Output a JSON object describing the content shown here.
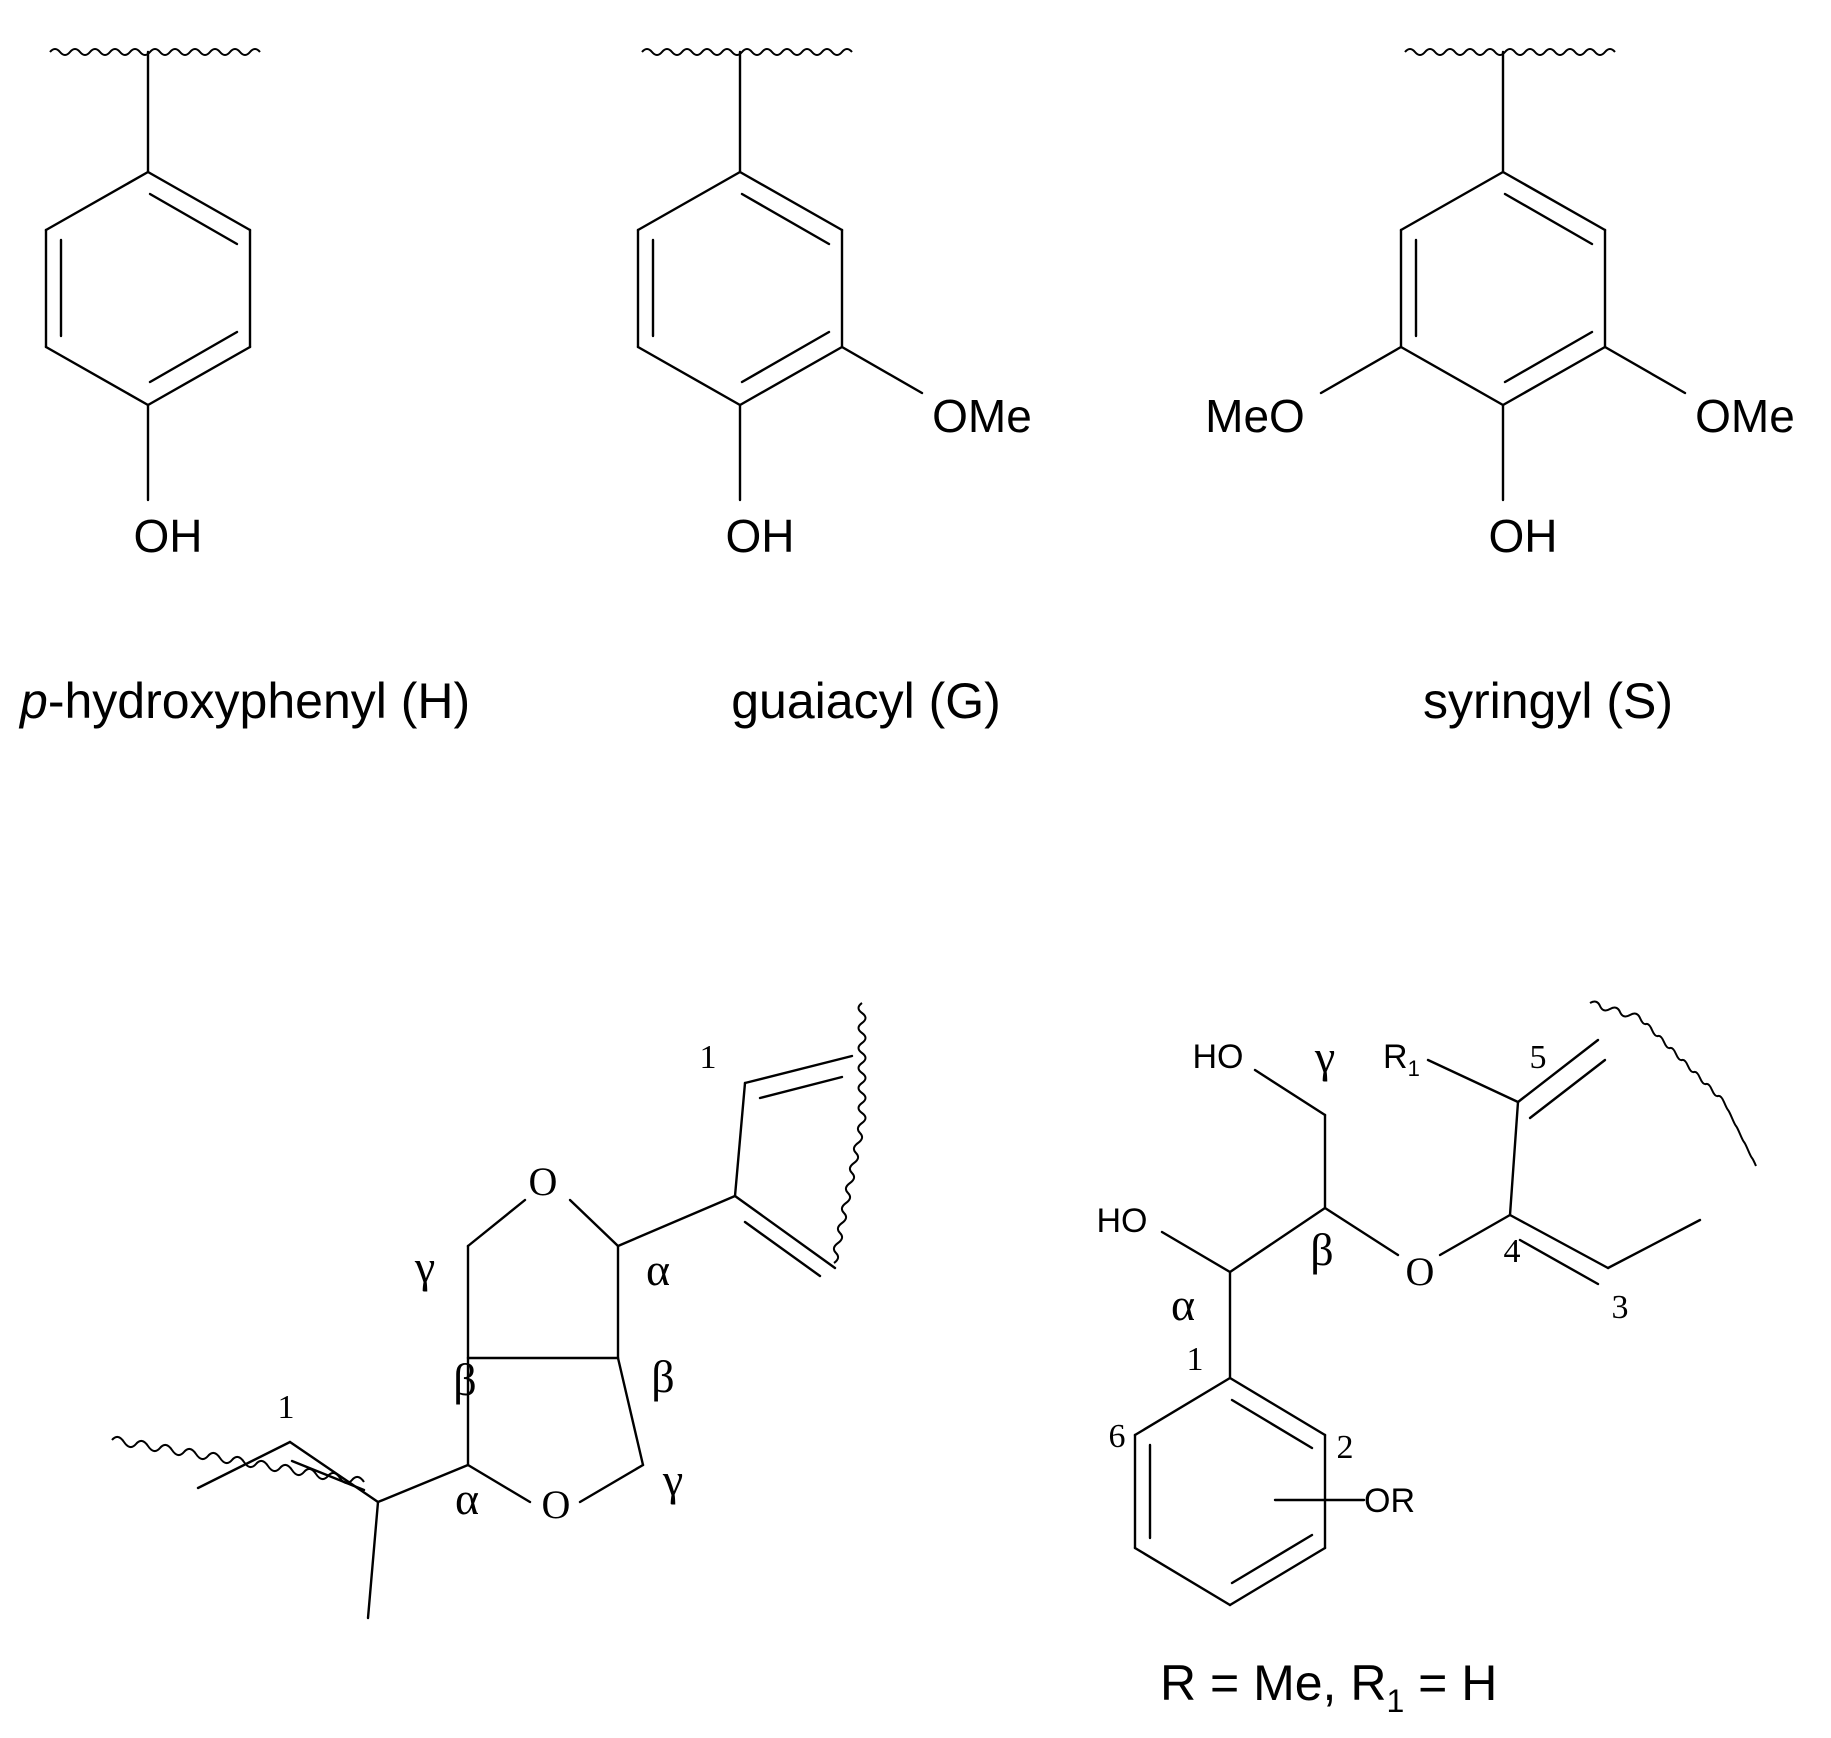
{
  "monomers": {
    "h_unit": {
      "oh_label": "OH",
      "name_prefix": "p",
      "name_rest": "-hydroxyphenyl (H)"
    },
    "g_unit": {
      "oh_label": "OH",
      "ome_label": "OMe",
      "name": "guaiacyl (G)"
    },
    "s_unit": {
      "oh_label": "OH",
      "ome_right_label": "OMe",
      "meo_left_label": "MeO",
      "name": "syringyl (S)"
    }
  },
  "resinol": {
    "o_top": "O",
    "o_bottom": "O",
    "alpha_top": "α",
    "alpha_bottom": "α",
    "beta_left": "β",
    "beta_right": "β",
    "gamma_left": "γ",
    "gamma_right": "γ",
    "num_top": "1",
    "num_bottom": "1"
  },
  "beta_o4": {
    "ho_gamma": "HO",
    "ho_alpha": "HO",
    "gamma": "γ",
    "beta": "β",
    "alpha": "α",
    "r1_base": "R",
    "r1_sub": "1",
    "o_ether": "O",
    "num_1": "1",
    "num_2": "2",
    "num_3": "3",
    "num_4": "4",
    "num_5": "5",
    "num_6": "6",
    "or_label": "OR",
    "caption_r": "R = Me, R",
    "caption_sub": "1",
    "caption_end": " = H"
  }
}
